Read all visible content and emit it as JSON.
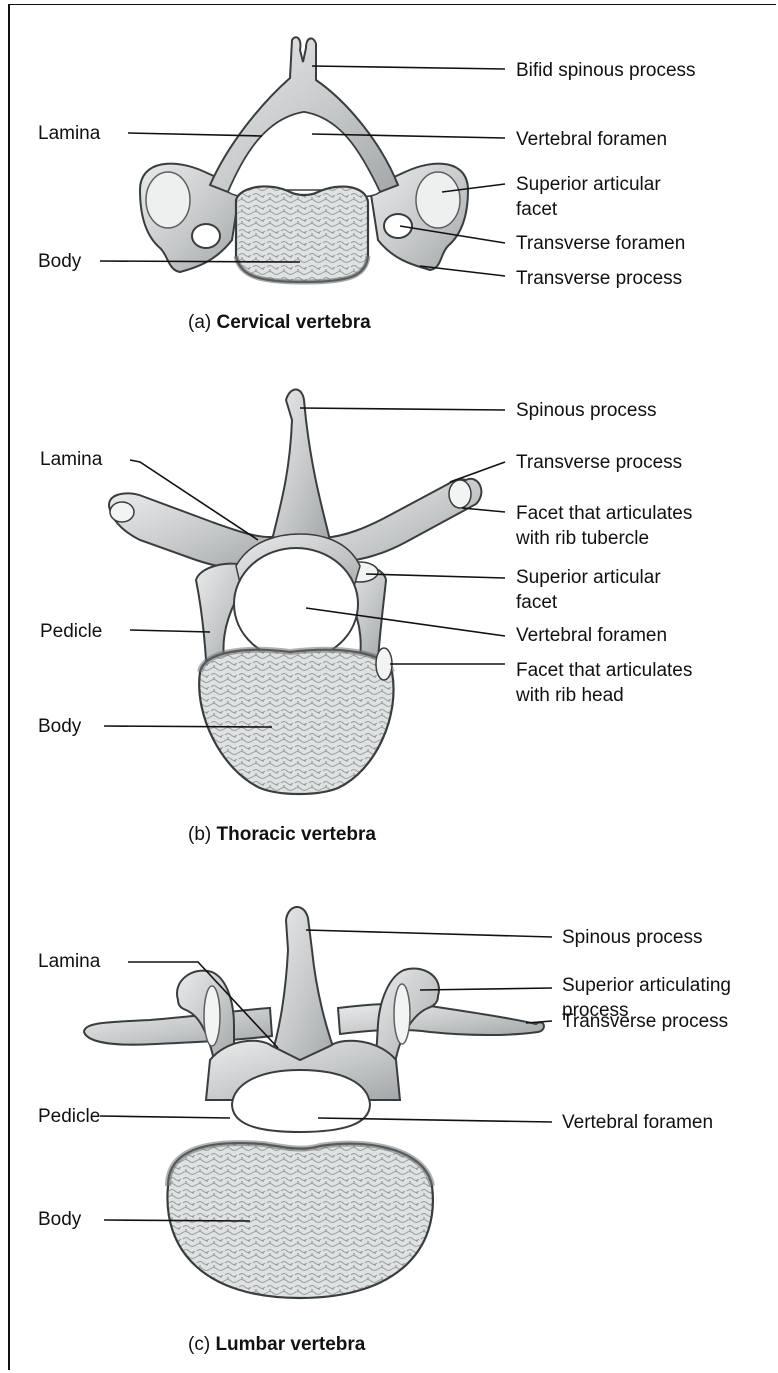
{
  "panels": [
    {
      "caption_prefix": "(a)",
      "caption_title": "Cervical vertebra",
      "labels": {
        "bifid_spinous_process": "Bifid spinous process",
        "lamina": "Lamina",
        "vertebral_foramen": "Vertebral foramen",
        "superior_articular_facet": [
          "Superior articular",
          "facet"
        ],
        "transverse_foramen": "Transverse foramen",
        "body": "Body",
        "transverse_process": "Transverse process"
      }
    },
    {
      "caption_prefix": "(b)",
      "caption_title": "Thoracic vertebra",
      "labels": {
        "spinous_process": "Spinous process",
        "lamina": "Lamina",
        "transverse_process": "Transverse process",
        "facet_rib_tubercle": [
          "Facet that articulates",
          "with rib tubercle"
        ],
        "superior_articular_facet": [
          "Superior articular",
          "facet"
        ],
        "pedicle": "Pedicle",
        "vertebral_foramen": "Vertebral foramen",
        "facet_rib_head": [
          "Facet that articulates",
          "with rib head"
        ],
        "body": "Body"
      }
    },
    {
      "caption_prefix": "(c)",
      "caption_title": "Lumbar vertebra",
      "labels": {
        "spinous_process": "Spinous process",
        "lamina": "Lamina",
        "superior_articulating_process": [
          "Superior articulating",
          "process"
        ],
        "transverse_process": "Transverse process",
        "pedicle": "Pedicle",
        "vertebral_foramen": "Vertebral foramen",
        "body": "Body"
      }
    }
  ],
  "colors": {
    "bone": "#c9cccd",
    "bone_light": "#e6e8e8",
    "bone_dark": "#8e9294",
    "outline": "#3a3d3f",
    "text": "#111111"
  }
}
